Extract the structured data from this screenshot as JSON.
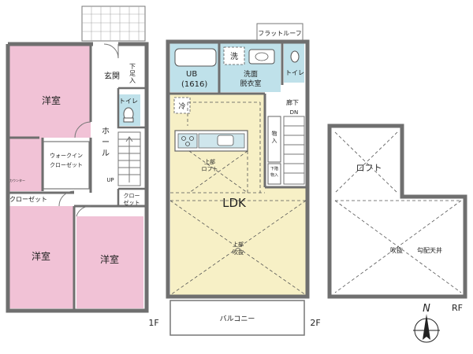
{
  "floors": {
    "f1": "1F",
    "f2": "2F",
    "rf": "RF"
  },
  "compass": {
    "north": "N"
  },
  "rooms_1f": {
    "genkan": "玄関",
    "shita_ashi": "下足入",
    "toilet": "トイレ",
    "hall": "ホール",
    "up": "UP",
    "yoshitsu_top": "洋室",
    "walkin_1": "ウォークイン",
    "walkin_2": "クローゼット",
    "counter": "カウンター",
    "closet_left": "クローゼット",
    "closet_right_1": "クロー",
    "closet_right_2": "ゼット",
    "yoshitsu_bottom_left": "洋室",
    "yoshitsu_bottom_right": "洋室"
  },
  "rooms_2f": {
    "flat_roof": "フラットルーフ",
    "ub_1": "UB",
    "ub_2": "(1616)",
    "wash_small": "洗",
    "senmen_1": "洗面",
    "senmen_2": "脱衣室",
    "toilet": "トイレ",
    "rei": "冷",
    "roka": "廊下",
    "dn": "DN",
    "monoire": "物入",
    "shita_monoire": "下階物入",
    "joubu_loft_1": "上部",
    "joubu_loft_2": "ロフト",
    "ldk": "LDK",
    "joubu_fukinuke_1": "上部",
    "joubu_fukinuke_2": "吹抜",
    "balcony": "バルコニー"
  },
  "rooms_rf": {
    "loft": "ロフト",
    "fukinuke": "吹抜",
    "koubai_tenjou": "勾配天井"
  },
  "colors": {
    "bedroom": "#f1c2d6",
    "ldk": "#f7f0c6",
    "wet_area": "#bfe1ea",
    "wall": "#6f6f6f"
  }
}
